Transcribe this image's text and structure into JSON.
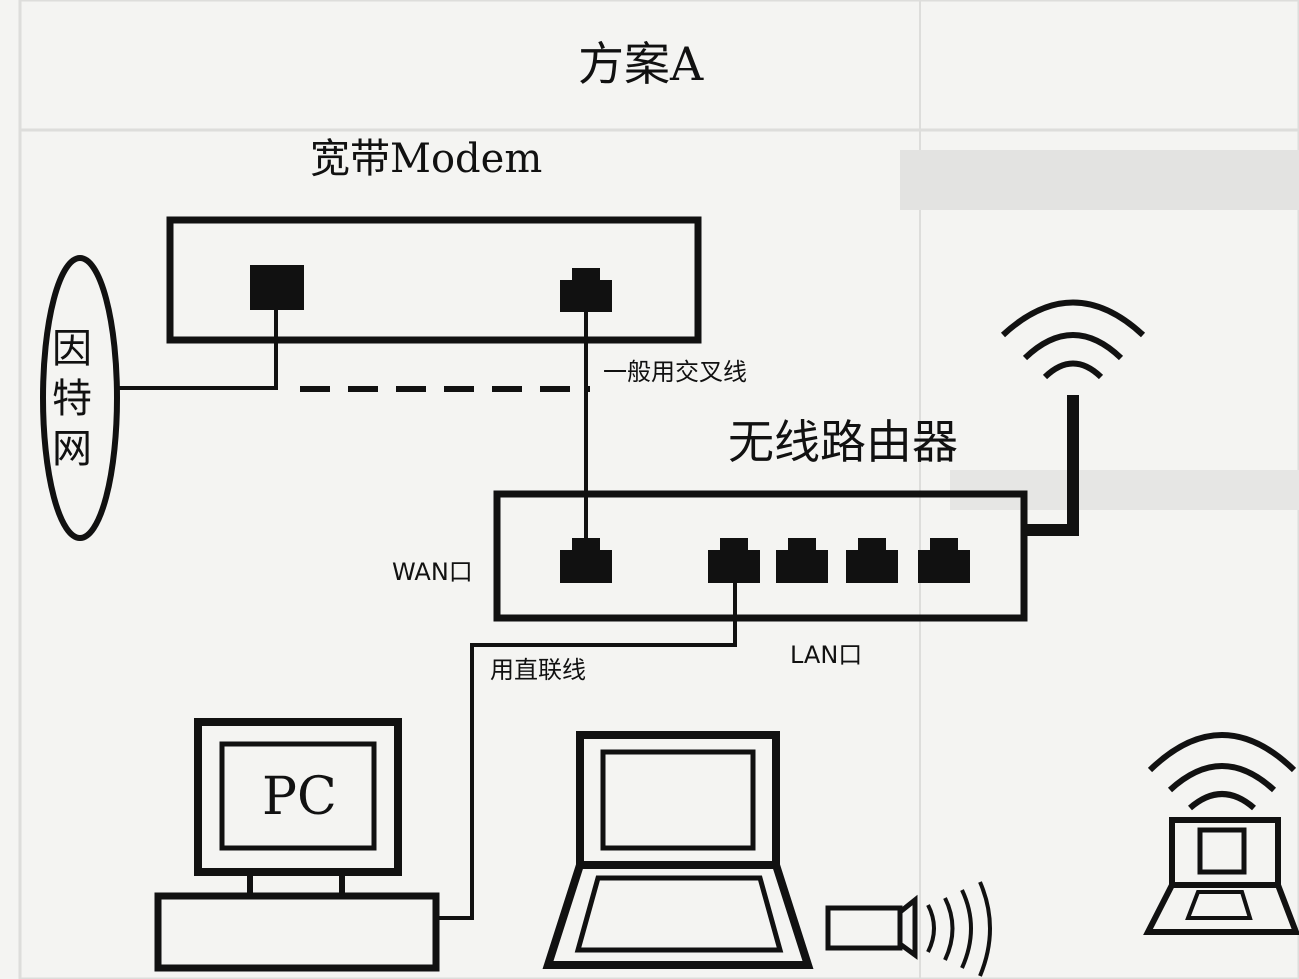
{
  "diagram": {
    "title": "方案A",
    "modem_label": "宽带Modem",
    "internet_label": [
      "因",
      "特",
      "网"
    ],
    "crossover_label": "一般用交叉线",
    "router_label": "无线路由器",
    "wan_label": "WAN口",
    "lan_label": "LAN口",
    "straight_label": "用直联线",
    "pc_label": "PC"
  },
  "colors": {
    "ink": "#111111",
    "background": "#f4f4f2",
    "port_fill": "#111111"
  }
}
